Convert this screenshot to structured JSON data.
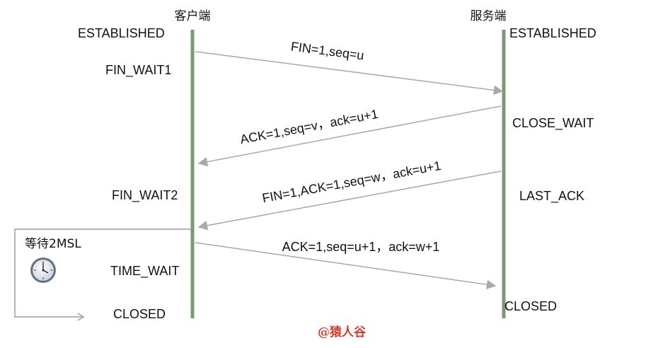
{
  "headers": {
    "client": "客户端",
    "server": "服务端"
  },
  "client_states": {
    "established": "ESTABLISHED",
    "fin_wait1": "FIN_WAIT1",
    "fin_wait2": "FIN_WAIT2",
    "time_wait": "TIME_WAIT",
    "closed": "CLOSED"
  },
  "server_states": {
    "established": "ESTABLISHED",
    "close_wait": "CLOSE_WAIT",
    "last_ack": "LAST_ACK",
    "closed": "CLOSED"
  },
  "messages": {
    "fin1": "FIN=1,seq=u",
    "ack1": "ACK=1,seq=v，ack=u+1",
    "fin2": "FIN=1,ACK=1,seq=w，ack=u+1",
    "ack2": "ACK=1,seq=u+1，ack=w+1"
  },
  "wait_label": "等待2MSL",
  "watermark": "@猿人谷",
  "colors": {
    "timeline": "#7a9a76",
    "arrow": "#a6aba6",
    "wait_box": "#9aa09a",
    "watermark": "#d9362b"
  },
  "icons": {
    "clock": "clock-icon"
  }
}
